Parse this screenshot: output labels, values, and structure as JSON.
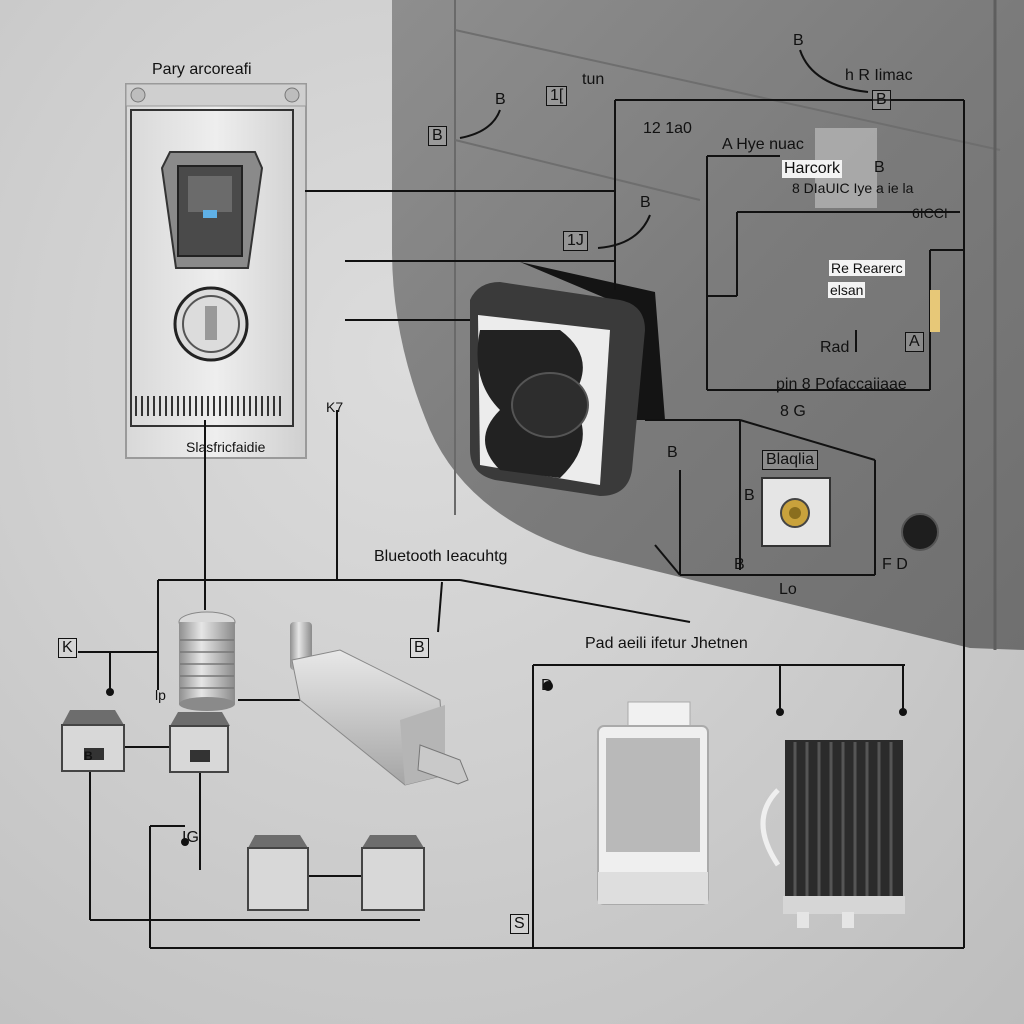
{
  "diagram": {
    "labels": {
      "panel_top": "Pary arcoreafi",
      "panel_bottom": "Slasfricfaidie",
      "tun": "tun",
      "num_12": "12 1a0",
      "top_right_a": "h R Iimac",
      "mark_b": "B",
      "mark_b2": "B",
      "b_small": "B",
      "mark_18": "1[",
      "a_hye": "A Hye nuac",
      "hlarcork": "Harcork",
      "hlarcork_b": "B",
      "b_dlauc": "8 DIaUIC Iye a ie la",
      "gcci": "6ICCI",
      "beq": "Re Rearerc",
      "elsat": "elsan",
      "a_mark": "A",
      "rad": "Rad",
      "pin_b": "pin 8 Pofaccaiiaae",
      "b8": "8 G",
      "l3_mark": "1J",
      "b_mark_left": "B",
      "k7": "K7",
      "b_mid": "B",
      "b_mid2": "B",
      "bu_mark": "B",
      "blaon": "Blaqlia",
      "b_port": "B",
      "bot_b": "B",
      "fd": "F D",
      "lo": "Lo",
      "bluetooth": "Bluetooth Ieacuhtg",
      "pad": "Pad aeili ifetur Jhetnen",
      "k_left": "K",
      "b28": "B",
      "d_mark": "D",
      "p_mark": "lp",
      "s_mark": "S",
      "ic_mark": "IG"
    }
  }
}
